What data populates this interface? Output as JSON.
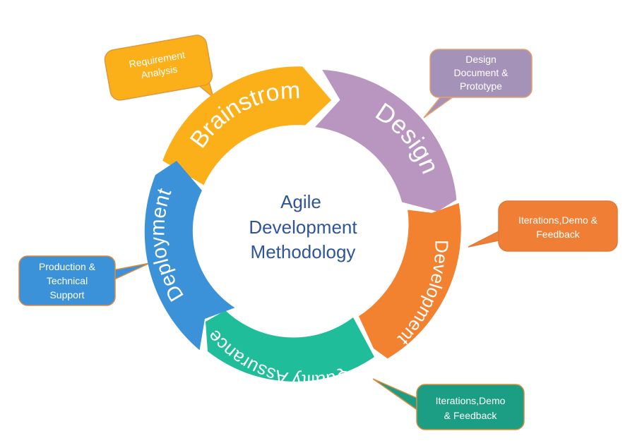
{
  "center": {
    "lines": [
      "Agile",
      "Development",
      "Methodology"
    ],
    "color": "#2f5597"
  },
  "stages": [
    {
      "id": "brainstrom",
      "label": "Brainstrom",
      "color": "#fbb01a"
    },
    {
      "id": "design",
      "label": "Design",
      "color": "#b896c0"
    },
    {
      "id": "development",
      "label": "Development",
      "color": "#f28130"
    },
    {
      "id": "quality",
      "label": "Quality Assurance",
      "color": "#1fbd99"
    },
    {
      "id": "deployment",
      "label": "Deployment",
      "color": "#3b92d8"
    }
  ],
  "callouts": [
    {
      "id": "requirement",
      "lines": [
        "Requirement",
        "Analysis"
      ],
      "fill": "#fbb01a",
      "stroke": "#e0963c"
    },
    {
      "id": "design-doc",
      "lines": [
        "Design",
        "Document &",
        "Prototype"
      ],
      "fill": "#a492b8",
      "stroke": "#e8a06a"
    },
    {
      "id": "iterations-dev",
      "lines": [
        "Iterations,Demo &",
        "Feedback"
      ],
      "fill": "#f07f35",
      "stroke": "#e07a3a"
    },
    {
      "id": "iterations-qa",
      "lines": [
        "Iterations,Demo",
        "& Feedback"
      ],
      "fill": "#1b9e83",
      "stroke": "#e08a3c"
    },
    {
      "id": "production",
      "lines": [
        "Production &",
        "Technical",
        "Support"
      ],
      "fill": "#3b92d8",
      "stroke": "#e08a3c"
    }
  ]
}
